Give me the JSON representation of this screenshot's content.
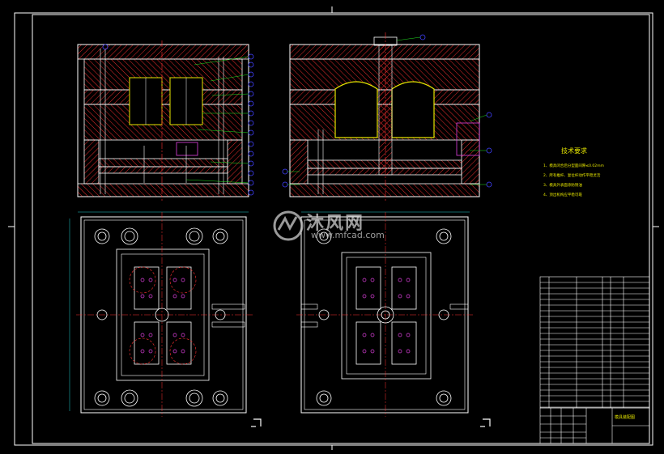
{
  "watermark": {
    "brand": "沐风网",
    "url": "www.mfcad.com"
  },
  "technical_requirements": {
    "title": "技术要求",
    "lines": [
      "1、模具闭合后分型面间隙≤0.02mm",
      "2、所有推杆、复位杆动作平稳灵活",
      "3、模具外表面涂防锈油",
      "4、顶出机构应平稳可靠"
    ]
  },
  "title_block": {
    "drawing_name": "模具装配图"
  },
  "colors": {
    "background": "#000000",
    "frame": "#ffffff",
    "outline": "#ffffff",
    "hatch": "#ff3030",
    "cavity_outline": "#e6e600",
    "center_line": "#ff3030",
    "dimension": "#20d0d0",
    "leader": "#20e020",
    "balloon": "#4040ff",
    "insert": "#e040e0",
    "table_line": "#ffffff"
  }
}
